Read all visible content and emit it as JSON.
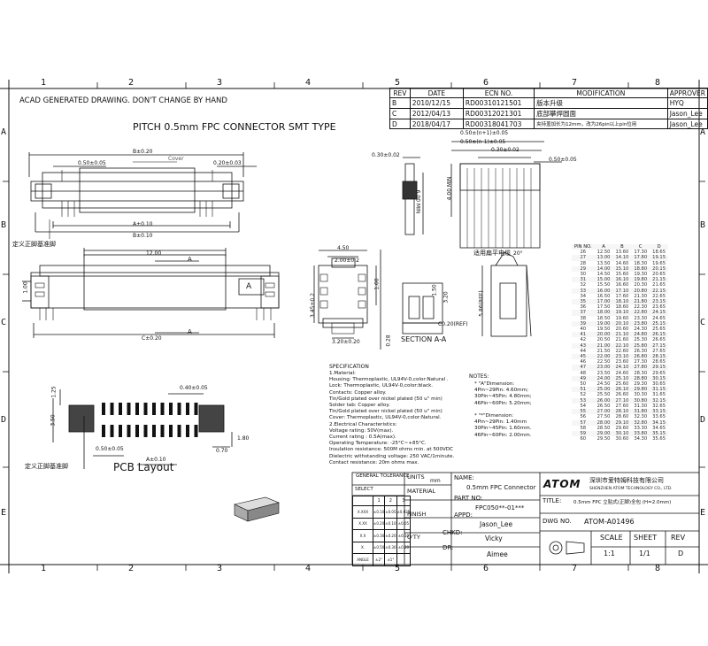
{
  "header_note": "ACAD GENERATED DRAWING. DON'T CHANGE BY HAND",
  "title_main": "PITCH 0.5mm FPC CONNECTOR SMT TYPE",
  "zones": {
    "cols": [
      "1",
      "2",
      "3",
      "4",
      "5",
      "6",
      "7",
      "8"
    ],
    "rows": [
      "A",
      "B",
      "C",
      "D",
      "E"
    ]
  },
  "rev_table": {
    "headers": [
      "REV",
      "DATE",
      "ECN NO.",
      "MODIFICATION",
      "APPROVER"
    ],
    "rows": [
      [
        "B",
        "2010/12/15",
        "RD00310121501",
        "版本升级",
        "HYQ"
      ],
      [
        "C",
        "2012/04/13",
        "RD00312021301",
        "底部攀焊圆面",
        "Jason_Lee"
      ],
      [
        "D",
        "2018/04/17",
        "RD00318041703",
        "夹持盖加长为12mm，改为26pin以上pin位用",
        "Jason_Lee"
      ]
    ]
  },
  "dims": {
    "d1": "0.50±0.05",
    "d2": "0.20±0.03",
    "b020": "B±0.20",
    "cover": "Cover",
    "a010": "A±0.10",
    "b010": "B±0.10",
    "label_ref": "定义正脚基准脚",
    "d1200": "12.00",
    "secA": "A",
    "c020": "C±0.20",
    "d450": "4.50",
    "d200": "2.00±0.2",
    "d320": "3.20±0.20",
    "d030": "0.30±0.02",
    "d600": "6.00 MIN",
    "top1": "0.50±(n+1)±0.05",
    "top2": "0.50±(n-1)±0.05",
    "top3": "0.30±0.02",
    "top4": "0.50±0.05",
    "d400": "4.00 MIN",
    "fpc_label": "适用扁平电缆",
    "angle": "20°",
    "d586": "5.86(REF)",
    "sec_label": "SECTION A-A",
    "d150": "1.50",
    "d320b": "3.20",
    "d028": "0.28",
    "d100": "1.00",
    "pcb_label": "PCB Layout",
    "p040": "0.40±0.05",
    "p125": "1.25",
    "p350": "3.50",
    "p180": "1.80",
    "p070": "0.70",
    "p005": "0.50±0.05",
    "p010": "A±0.10",
    "label_ref2": "定义正脚基准脚",
    "p010b": "1.25",
    "h_h3": "3.45±0.2",
    "h_h1": "1.00",
    "dash_a": "A",
    "d_sec": "C0.20(REF)"
  },
  "spec": {
    "title": "SPECIFICATION",
    "lines": [
      "1.Material:",
      "   Housing: Thermoplastic,    UL94V-0,color:Natural .",
      "   Lock: Thermoplastic,   UL94V-0,color:black.",
      "   Contacts: Copper alloy.",
      "   Tin/Gold plated over nickel plated (50 u\" min)",
      "   Solder tab: Copper alloy.",
      "   Tin/Gold plated over nickel plated (50 u\" min)",
      "   Cover: Thermoplastic,  UL94V-0,color:Natural.",
      "2.Electrical Characteristics:",
      "   Voltage rating: 50V(max).",
      "   Current rating  : 0.5A(max).",
      "   Operating Temperature: -25°C~+85°C.",
      "   Insulation resistance: 500M ohms min. at 500VDC",
      "   Dielectric withstanding voltage: 250 VAC/1minute.",
      "   Contact resistance: 20m ohms max."
    ]
  },
  "notes": {
    "title": "NOTES:",
    "lines": [
      "* \"A\"Dimension:",
      "   4Pin~29Pin: 4.60mm;",
      "30Pin~45Pin: 4.80mm;",
      "46Pin~60Pin: 5.20mm;",
      "",
      "* \"*\"Dimension:",
      "   4Pin~29Pin: 1.40mm",
      "30Pin~45Pin: 1.60mm.",
      "46Pin~60Pin: 2.00mm."
    ]
  },
  "pin_table": {
    "headers": [
      "PIN NO.",
      "A",
      "B",
      "C",
      "D"
    ],
    "rows": [
      [
        "26",
        "12.50",
        "13.60",
        "17.30",
        "18.65"
      ],
      [
        "27",
        "13.00",
        "14.10",
        "17.80",
        "19.15"
      ],
      [
        "28",
        "13.50",
        "14.60",
        "18.30",
        "19.65"
      ],
      [
        "29",
        "14.00",
        "15.10",
        "18.80",
        "20.15"
      ],
      [
        "30",
        "14.50",
        "15.60",
        "19.30",
        "20.65"
      ],
      [
        "31",
        "15.00",
        "16.10",
        "19.80",
        "21.15"
      ],
      [
        "32",
        "15.50",
        "16.60",
        "20.30",
        "21.65"
      ],
      [
        "33",
        "16.00",
        "17.10",
        "20.80",
        "22.15"
      ],
      [
        "34",
        "16.50",
        "17.60",
        "21.30",
        "22.65"
      ],
      [
        "35",
        "17.00",
        "18.10",
        "21.80",
        "23.15"
      ],
      [
        "36",
        "17.50",
        "18.60",
        "22.30",
        "23.65"
      ],
      [
        "37",
        "18.00",
        "19.10",
        "22.80",
        "24.15"
      ],
      [
        "38",
        "18.50",
        "19.60",
        "23.30",
        "24.65"
      ],
      [
        "39",
        "19.00",
        "20.10",
        "23.80",
        "25.15"
      ],
      [
        "40",
        "19.50",
        "20.60",
        "24.30",
        "25.65"
      ],
      [
        "41",
        "20.00",
        "21.10",
        "24.80",
        "26.15"
      ],
      [
        "42",
        "20.50",
        "21.60",
        "25.30",
        "26.65"
      ],
      [
        "43",
        "21.00",
        "22.10",
        "25.80",
        "27.15"
      ],
      [
        "44",
        "21.50",
        "22.60",
        "26.30",
        "27.65"
      ],
      [
        "45",
        "22.00",
        "23.10",
        "26.80",
        "28.15"
      ],
      [
        "46",
        "22.50",
        "23.60",
        "27.30",
        "28.65"
      ],
      [
        "47",
        "23.00",
        "24.10",
        "27.80",
        "29.15"
      ],
      [
        "48",
        "23.50",
        "24.60",
        "28.30",
        "29.65"
      ],
      [
        "49",
        "24.00",
        "25.10",
        "28.80",
        "30.15"
      ],
      [
        "50",
        "24.50",
        "25.60",
        "29.30",
        "30.65"
      ],
      [
        "51",
        "25.00",
        "26.10",
        "29.80",
        "31.15"
      ],
      [
        "52",
        "25.50",
        "26.60",
        "30.30",
        "31.65"
      ],
      [
        "53",
        "26.00",
        "27.10",
        "30.80",
        "32.15"
      ],
      [
        "54",
        "26.50",
        "27.60",
        "31.30",
        "32.65"
      ],
      [
        "55",
        "27.00",
        "28.10",
        "31.80",
        "33.15"
      ],
      [
        "56",
        "27.50",
        "28.60",
        "32.30",
        "33.65"
      ],
      [
        "57",
        "28.00",
        "29.10",
        "32.80",
        "34.15"
      ],
      [
        "58",
        "28.50",
        "29.60",
        "33.30",
        "34.65"
      ],
      [
        "59",
        "29.00",
        "30.10",
        "33.80",
        "35.15"
      ],
      [
        "60",
        "29.50",
        "30.60",
        "34.30",
        "35.65"
      ]
    ]
  },
  "title_block": {
    "tolerance_title": "GENERAL TOLERANCE",
    "select": "SELECT",
    "tol_rows": [
      [
        "X.XXX",
        "±0.10",
        "±0.05",
        "±0.025"
      ],
      [
        "X.XX",
        "±0.20",
        "±0.10",
        "±0.05"
      ],
      [
        "X.X",
        "±0.30",
        "±0.20",
        "±0.10"
      ],
      [
        "X.",
        "±0.50",
        "±0.30",
        "±0.20"
      ],
      [
        "ANGLE",
        "±2°",
        "±1°",
        ""
      ]
    ],
    "tol_cols": [
      "1",
      "2",
      "3"
    ],
    "units_label": "UNITS",
    "units_value": "mm",
    "name_label": "NAME:",
    "name_value": "0.5mm FPC Connector",
    "material_label": "MATERIAL",
    "finish_label": "FINISH",
    "qty_label": "Q'TY",
    "part_label": "PART NO:",
    "part_value": "FPC050**-01***",
    "appd_label": "APPD:",
    "appd_value": "Jason_Lee",
    "chkd_label": "CHKD:",
    "chkd_value": "Vicky",
    "dr_label": "DR:",
    "dr_value": "Aimee",
    "company_logo": "ATOM",
    "company_cn": "深圳市爱特姆科技有限公司",
    "company_en": "SHENZHEN ATOM TECHNOLOGY CO., LTD.",
    "title_label": "TITLE:",
    "title_value": "0.5mm FPC 立贴式(正脚)全包  (H=2.0mm)",
    "dwg_label": "DWG NO.",
    "dwg_value": "ATOM-A01496",
    "scale_label": "SCALE",
    "scale_value": "1:1",
    "sheet_label": "SHEET",
    "sheet_value": "1/1",
    "rev_label": "REV",
    "rev_value": "D"
  }
}
